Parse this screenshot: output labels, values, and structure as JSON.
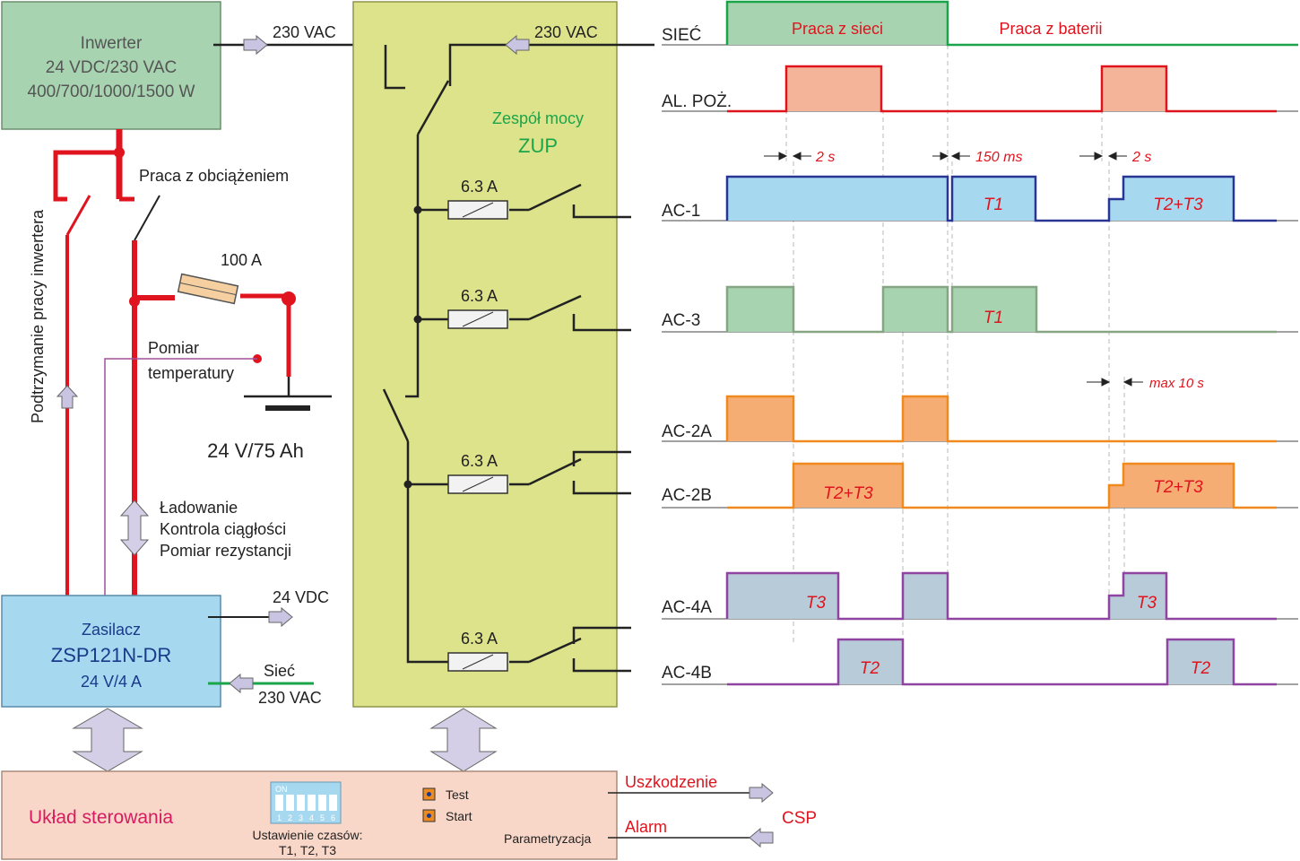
{
  "inverter": {
    "title": "Inwerter",
    "line2": "24 VDC/230 VAC",
    "line3": "400/700/1000/1500 W",
    "output": "230 VAC",
    "color": "#a7d3b0"
  },
  "inverter_support": "Podtrzymanie pracy inwertera",
  "load_work": "Praca z obciążeniem",
  "fuse_100": "100 A",
  "temp_measure": [
    "Pomiar",
    "temperatury"
  ],
  "battery": "24 V/75 Ah",
  "charging": [
    "Ładowanie",
    "Kontrola ciągłości",
    "Pomiar rezystancji"
  ],
  "psu": {
    "title": "Zasilacz",
    "model": "ZSP121N-DR",
    "rating": "24 V/4 A",
    "out": "24 VDC",
    "mains": "Sieć",
    "mains_v": "230 VAC",
    "color": "#a6d8f0"
  },
  "power_unit": {
    "title": "Zespół mocy",
    "abbr": "ZUP",
    "input": "230 VAC",
    "fuses": [
      "6.3 A",
      "6.3 A",
      "6.3 A",
      "6.3 A"
    ],
    "color": "#dde38a"
  },
  "control": {
    "title": "Układ sterowania",
    "dip_on": "ON",
    "dip_numbers": [
      "1",
      "2",
      "3",
      "4",
      "5",
      "6"
    ],
    "time_setting": [
      "Ustawienie czasów:",
      "T1, T2, T3"
    ],
    "test": "Test",
    "start": "Start",
    "param": "Parametryzacja",
    "fault": "Uszkodzenie",
    "alarm": "Alarm",
    "csp": "CSP",
    "color": "#f8d7c8"
  },
  "timing": {
    "signals": [
      "SIEĆ",
      "AL. POŻ.",
      "AC-1",
      "AC-3",
      "AC-2A",
      "AC-2B",
      "AC-4A",
      "AC-4B"
    ],
    "mains_mode": "Praca z sieci",
    "battery_mode": "Praca z baterii",
    "delay_2s_a": "2 s",
    "delay_150ms": "150 ms",
    "delay_2s_b": "2 s",
    "delay_max10": "max 10 s",
    "t1": "T1",
    "t2": "T2",
    "t3": "T3",
    "t2t3": "T2+T3",
    "colors": {
      "siec": "#1aa54a",
      "alarm": "#e0141e",
      "ac1": "#283593",
      "ac3": "#86a582",
      "ac2": "#f08a1e",
      "ac4": "#8e44a0"
    }
  }
}
